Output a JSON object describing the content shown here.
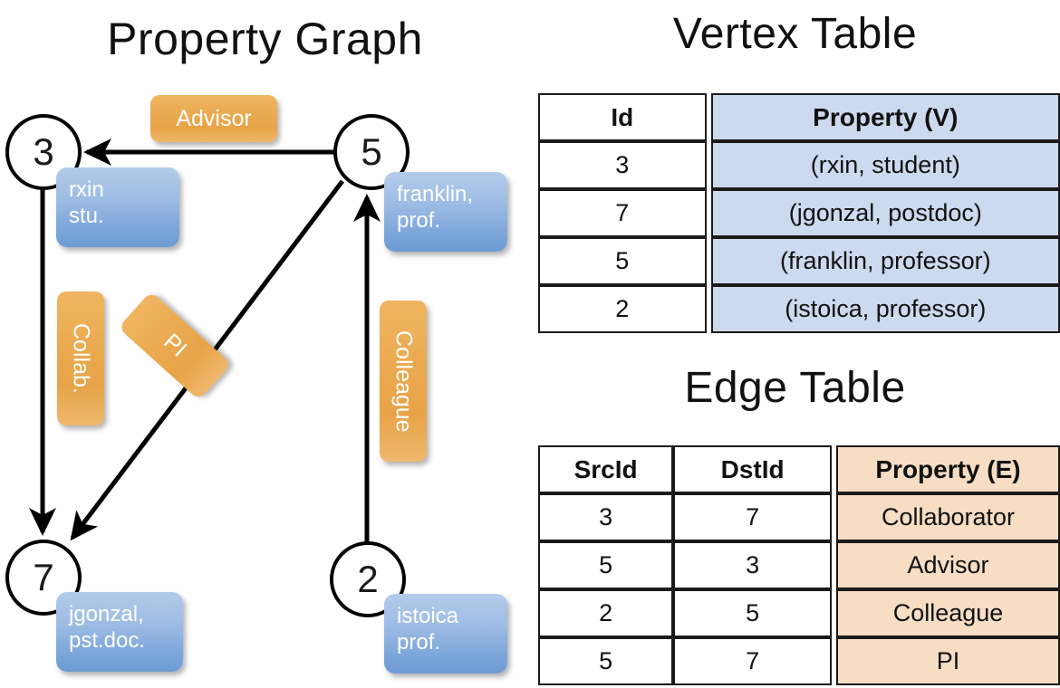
{
  "titles": {
    "property_graph": "Property Graph",
    "vertex_table": "Vertex Table",
    "edge_table": "Edge Table"
  },
  "colors": {
    "vertex_property_fill": "#ccd9ee",
    "edge_property_fill": "#f6ddc3",
    "property_box_blue": "#7ea7da",
    "edge_label_orange": "#eaa94f",
    "stroke": "#000000",
    "background": "#ffffff"
  },
  "graph": {
    "vertices": [
      {
        "id": "3",
        "property": "rxin\nstu.",
        "property_lines": [
          "rxin",
          "stu."
        ]
      },
      {
        "id": "5",
        "property": "franklin,\nprof.",
        "property_lines": [
          "franklin,",
          "prof."
        ]
      },
      {
        "id": "7",
        "property": "jgonzal,\npst.doc.",
        "property_lines": [
          "jgonzal,",
          "pst.doc."
        ]
      },
      {
        "id": "2",
        "property": "istoica\nprof.",
        "property_lines": [
          "istoica",
          "prof."
        ]
      }
    ],
    "edge_labels": [
      {
        "label": "Advisor",
        "from": "5",
        "to": "3",
        "orientation": "horizontal"
      },
      {
        "label": "Collab.",
        "from": "3",
        "to": "7",
        "orientation": "vertical"
      },
      {
        "label": "PI",
        "from": "5",
        "to": "7",
        "orientation": "diagonal"
      },
      {
        "label": "Colleague",
        "from": "2",
        "to": "5",
        "orientation": "vertical"
      }
    ]
  },
  "vertex_table": {
    "headers": [
      "Id",
      "Property (V)"
    ],
    "rows": [
      {
        "id": "3",
        "property": "(rxin, student)"
      },
      {
        "id": "7",
        "property": "(jgonzal, postdoc)"
      },
      {
        "id": "5",
        "property": "(franklin, professor)"
      },
      {
        "id": "2",
        "property": "(istoica, professor)"
      }
    ]
  },
  "edge_table": {
    "headers": [
      "SrcId",
      "DstId",
      "Property (E)"
    ],
    "rows": [
      {
        "src": "3",
        "dst": "7",
        "property": "Collaborator"
      },
      {
        "src": "5",
        "dst": "3",
        "property": "Advisor"
      },
      {
        "src": "2",
        "dst": "5",
        "property": "Colleague"
      },
      {
        "src": "5",
        "dst": "7",
        "property": "PI"
      }
    ]
  }
}
